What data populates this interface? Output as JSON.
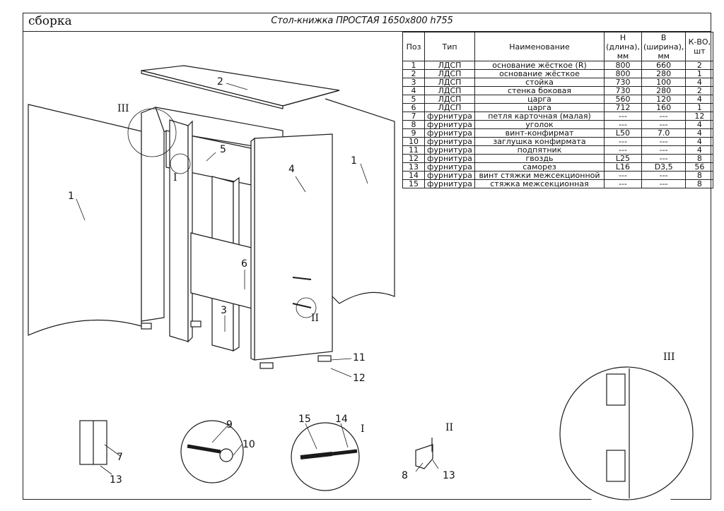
{
  "header": {
    "section_label": "сборка",
    "title": "Стол-книжка ПРОСТАЯ 1650x800 h755"
  },
  "spec_table": {
    "columns": [
      "Поз",
      "Тип",
      "Наименование",
      "H (длина), мм",
      "B (ширина), мм",
      "К-ВО, шт"
    ],
    "rows": [
      [
        "1",
        "ЛДСП",
        "основание жёсткое (R)",
        "800",
        "660",
        "2"
      ],
      [
        "2",
        "ЛДСП",
        "основание жёсткое",
        "800",
        "280",
        "1"
      ],
      [
        "3",
        "ЛДСП",
        "стойка",
        "730",
        "100",
        "4"
      ],
      [
        "4",
        "ЛДСП",
        "стенка боковая",
        "730",
        "280",
        "2"
      ],
      [
        "5",
        "ЛДСП",
        "царга",
        "560",
        "120",
        "4"
      ],
      [
        "6",
        "ЛДСП",
        "царга",
        "712",
        "160",
        "1"
      ],
      [
        "7",
        "фурнитура",
        "петля карточная (малая)",
        "---",
        "---",
        "12"
      ],
      [
        "8",
        "фурнитура",
        "уголок",
        "---",
        "---",
        "4"
      ],
      [
        "9",
        "фурнитура",
        "винт-конфирмат",
        "L50",
        "7.0",
        "4"
      ],
      [
        "10",
        "фурнитура",
        "заглушка конфирмата",
        "---",
        "---",
        "4"
      ],
      [
        "11",
        "фурнитура",
        "подпятник",
        "---",
        "---",
        "4"
      ],
      [
        "12",
        "фурнитура",
        "гвоздь",
        "L25",
        "---",
        "8"
      ],
      [
        "13",
        "фурнитура",
        "саморез",
        "L16",
        "D3,5",
        "56"
      ],
      [
        "14",
        "фурнитура",
        "винт стяжки межсекционной",
        "---",
        "---",
        "8"
      ],
      [
        "15",
        "фурнитура",
        "стяжка межсекционная",
        "---",
        "---",
        "8"
      ]
    ]
  },
  "callouts": {
    "p1": "1",
    "p2": "2",
    "p3": "3",
    "p4": "4",
    "p5": "5",
    "p6": "6",
    "p7": "7",
    "p8": "8",
    "p9": "9",
    "p10": "10",
    "p11": "11",
    "p12": "12",
    "p13": "13",
    "p14": "14",
    "p15": "15"
  },
  "detail_views": {
    "I": "I",
    "II": "II",
    "III": "III"
  }
}
